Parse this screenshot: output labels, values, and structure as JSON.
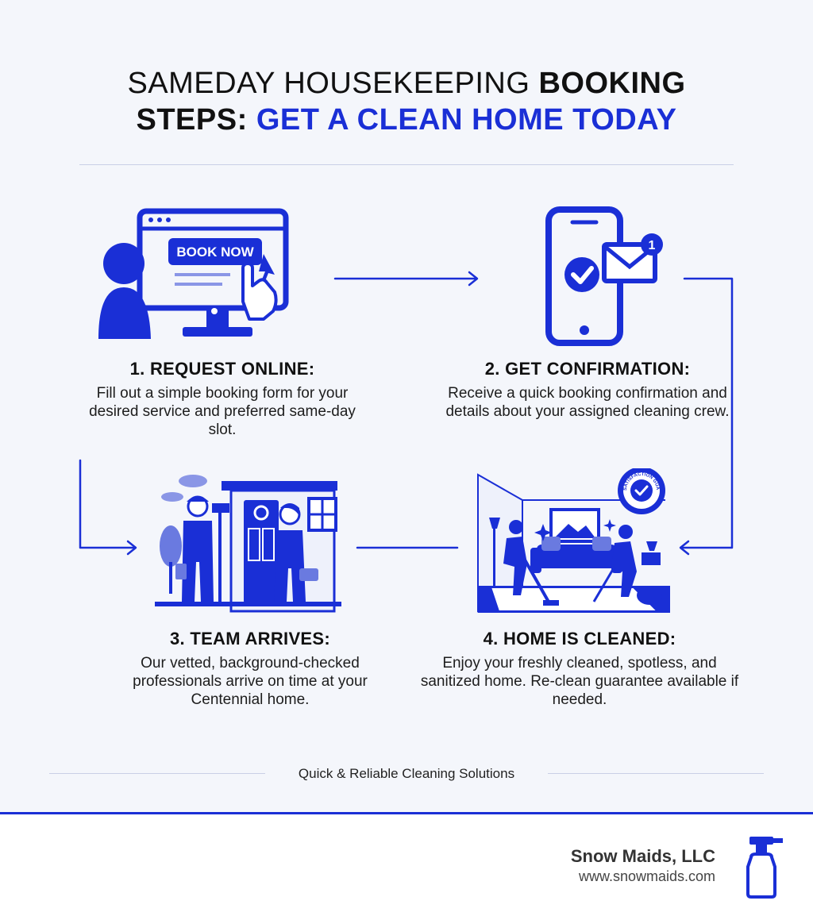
{
  "header": {
    "title_part1": "SAMEDAY HOUSEKEEPING ",
    "title_part2": "BOOKING",
    "title_part3": "STEPS: ",
    "title_part4": "GET A CLEAN HOME TODAY"
  },
  "illustrations": {
    "book_button_label": "BOOK NOW",
    "notification_count": "1",
    "badge_text": "SATISFACTION GUARANTEE"
  },
  "steps": [
    {
      "title": "1. REQUEST ONLINE:",
      "body": "Fill out a simple booking form for your desired service and preferred same-day slot."
    },
    {
      "title": "2. GET CONFIRMATION:",
      "body": "Receive a quick booking confirmation and details about your assigned cleaning crew."
    },
    {
      "title": "3. TEAM ARRIVES:",
      "body": "Our vetted, background-checked professionals arrive on time at your Centennial home."
    },
    {
      "title": "4. HOME IS CLEANED:",
      "body": "Enjoy your freshly cleaned, spotless, and sanitized home. Re-clean guarantee available if needed."
    }
  ],
  "footer": {
    "caption": "Quick & Reliable Cleaning Solutions",
    "company_name": "Snow Maids, LLC",
    "website": "www.snowmaids.com"
  },
  "colors": {
    "accent": "#1a2fd6",
    "background": "#f4f6fb",
    "text": "#111111"
  }
}
